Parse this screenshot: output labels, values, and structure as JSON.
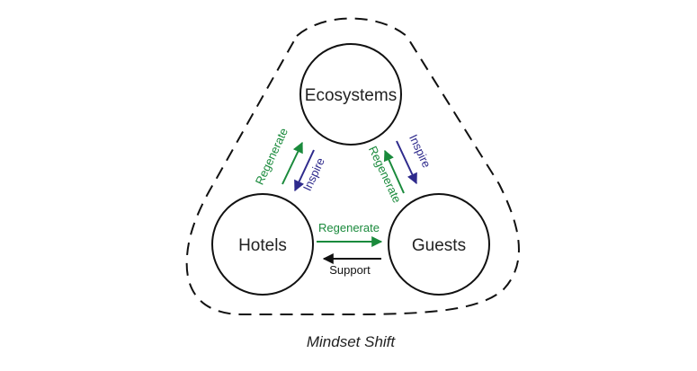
{
  "nodes": {
    "ecosystems": "Ecosystems",
    "hotels": "Hotels",
    "guests": "Guests"
  },
  "edges": {
    "hotels_to_ecosystems": "Regenerate",
    "ecosystems_to_hotels": "Inspire",
    "guests_to_ecosystems": "Regenerate",
    "ecosystems_to_guests": "Inspire",
    "hotels_to_guests": "Regenerate",
    "guests_to_hotels": "Support"
  },
  "caption": "Mindset Shift",
  "colors": {
    "regenerate": "#1a8a3c",
    "inspire": "#2e2a8c",
    "support": "#111111",
    "outline": "#111111"
  }
}
